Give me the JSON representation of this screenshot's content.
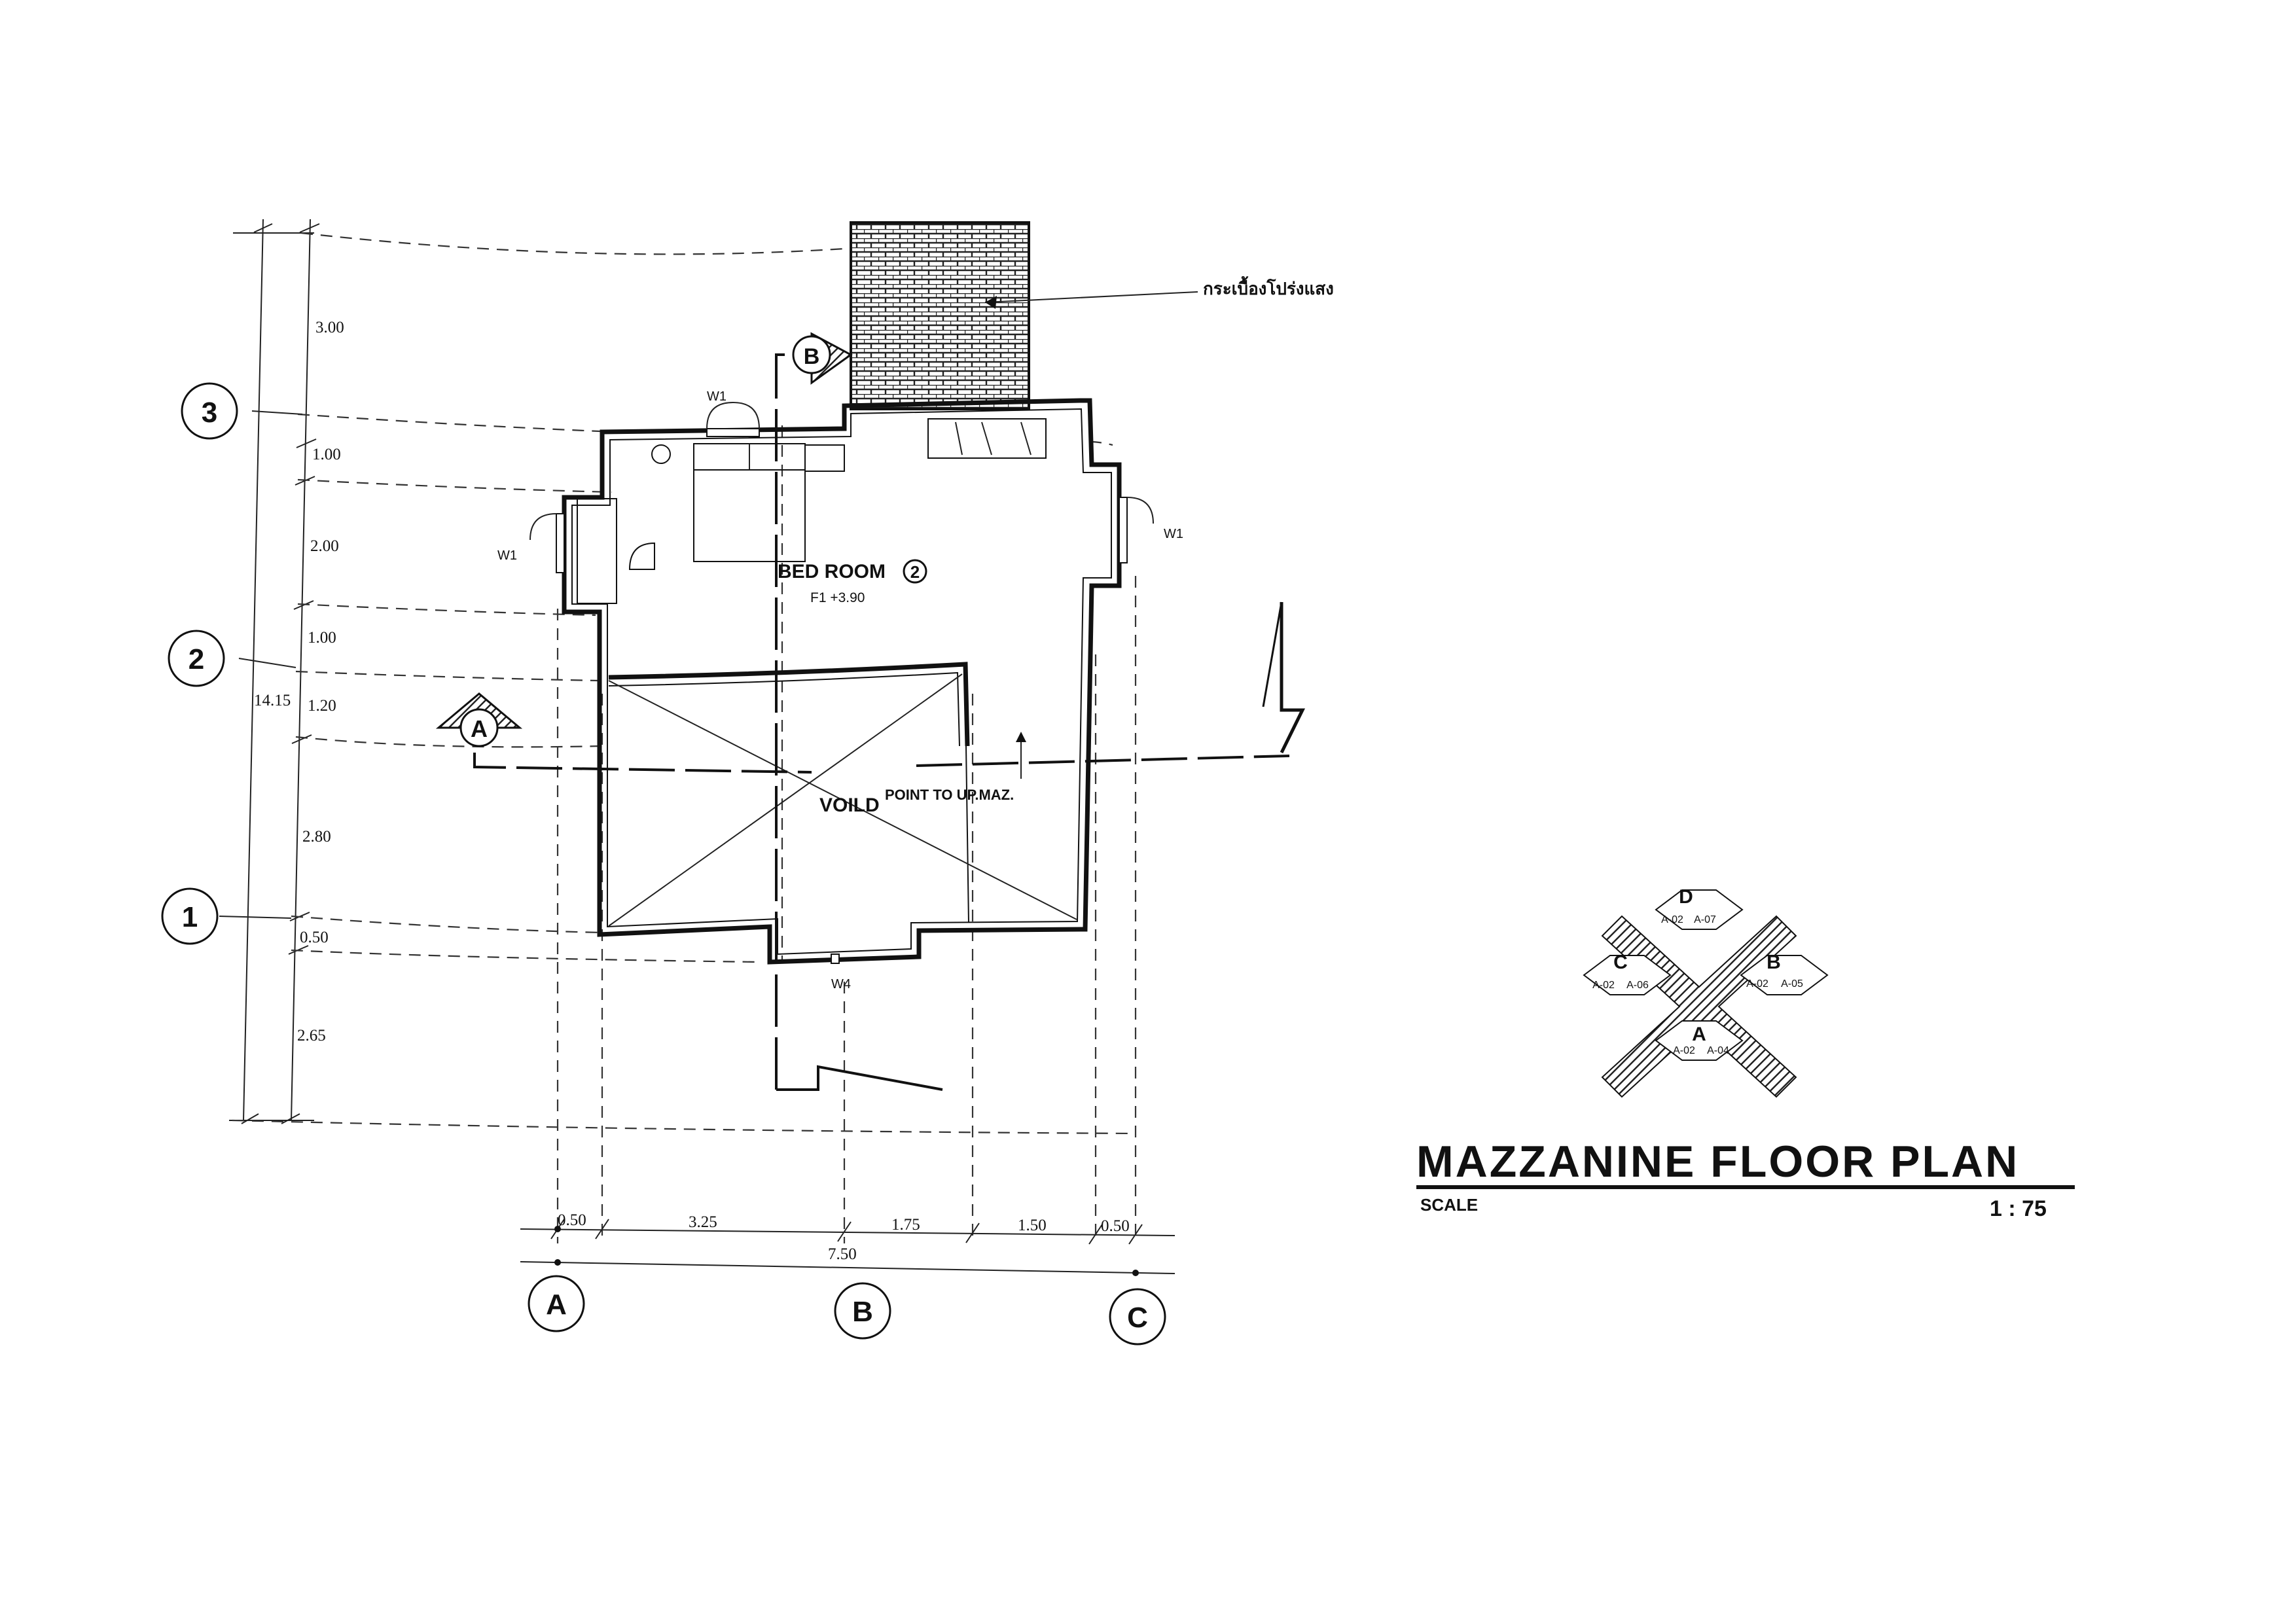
{
  "drawing": {
    "title": "MAZZANINE FLOOR PLAN",
    "scale_label": "SCALE",
    "scale_value": "1 : 75"
  },
  "rooms": {
    "bedroom": "BED ROOM",
    "bedroom_number": "2",
    "floor_level": "F1 +3.90",
    "void": "VOILD",
    "void_note": "POINT TO UP.MAZ."
  },
  "annotation": {
    "roof_tile": "กระเบื้องโปร่งแสง"
  },
  "windows": {
    "w1": "W1",
    "w4": "W4"
  },
  "sections": {
    "a": "A",
    "b": "B"
  },
  "grid": {
    "rows": [
      "3",
      "2",
      "1"
    ],
    "columns": [
      "A",
      "B",
      "C"
    ]
  },
  "dimensions": {
    "vertical_total": "14.15",
    "vertical": [
      "3.00",
      "1.00",
      "2.00",
      "1.00",
      "1.20",
      "2.80",
      "0.50",
      "2.65"
    ],
    "horizontal": [
      "0.50",
      "3.25",
      "1.75",
      "1.50",
      "0.50"
    ],
    "horizontal_total": "7.50"
  },
  "key_plan": {
    "letters": [
      "D",
      "B",
      "C",
      "A"
    ],
    "refs": {
      "d": [
        "A-02",
        "A-07"
      ],
      "b": [
        "A-02",
        "A-05"
      ],
      "c": [
        "A-02",
        "A-06"
      ],
      "a": [
        "A-02",
        "A-04"
      ]
    }
  }
}
